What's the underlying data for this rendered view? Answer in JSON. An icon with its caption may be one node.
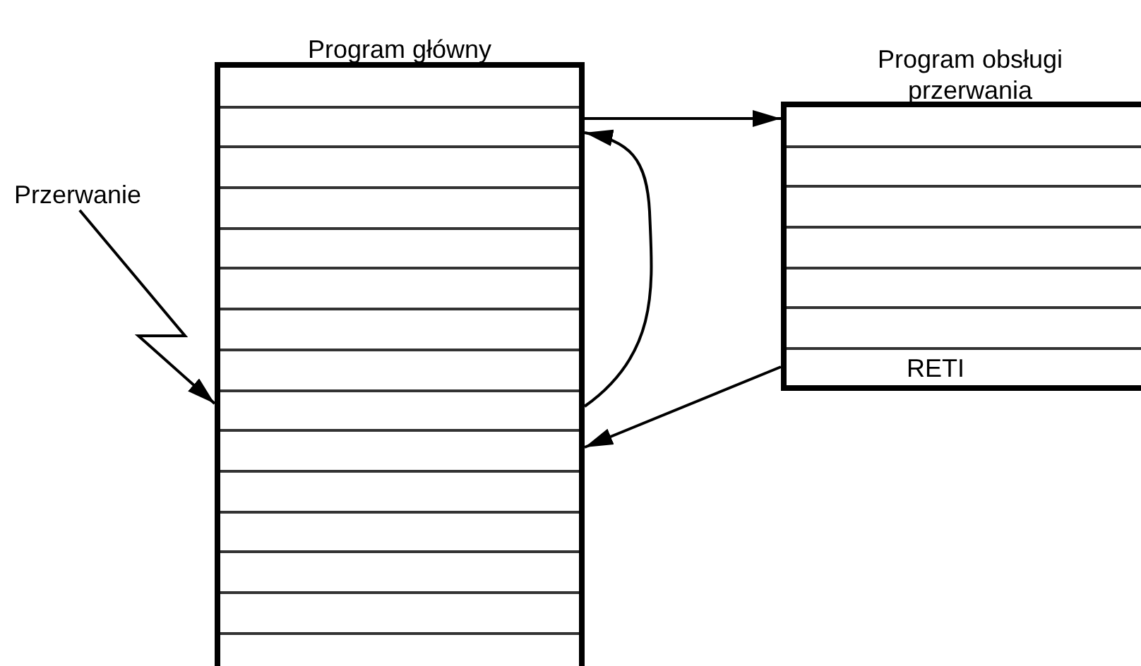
{
  "diagram": {
    "nodes": [
      {
        "text": [
          "Program główny"
        ]
      },
      {
        "text": [
          "Program obsługi przerwania"
        ]
      },
      {
        "text": [
          "RETI"
        ],
        "in": 1
      },
      {
        "text": [
          "Przerwanie"
        ]
      }
    ],
    "edges": [
      {
        "from": 0,
        "to": 1,
        "arrow": "to"
      },
      {
        "from": 0,
        "to": 0,
        "arrow": "to"
      },
      {
        "from": 1,
        "to": 0,
        "arrow": "to"
      },
      {
        "from": 3,
        "to": 0,
        "arrow": "to"
      }
    ]
  }
}
